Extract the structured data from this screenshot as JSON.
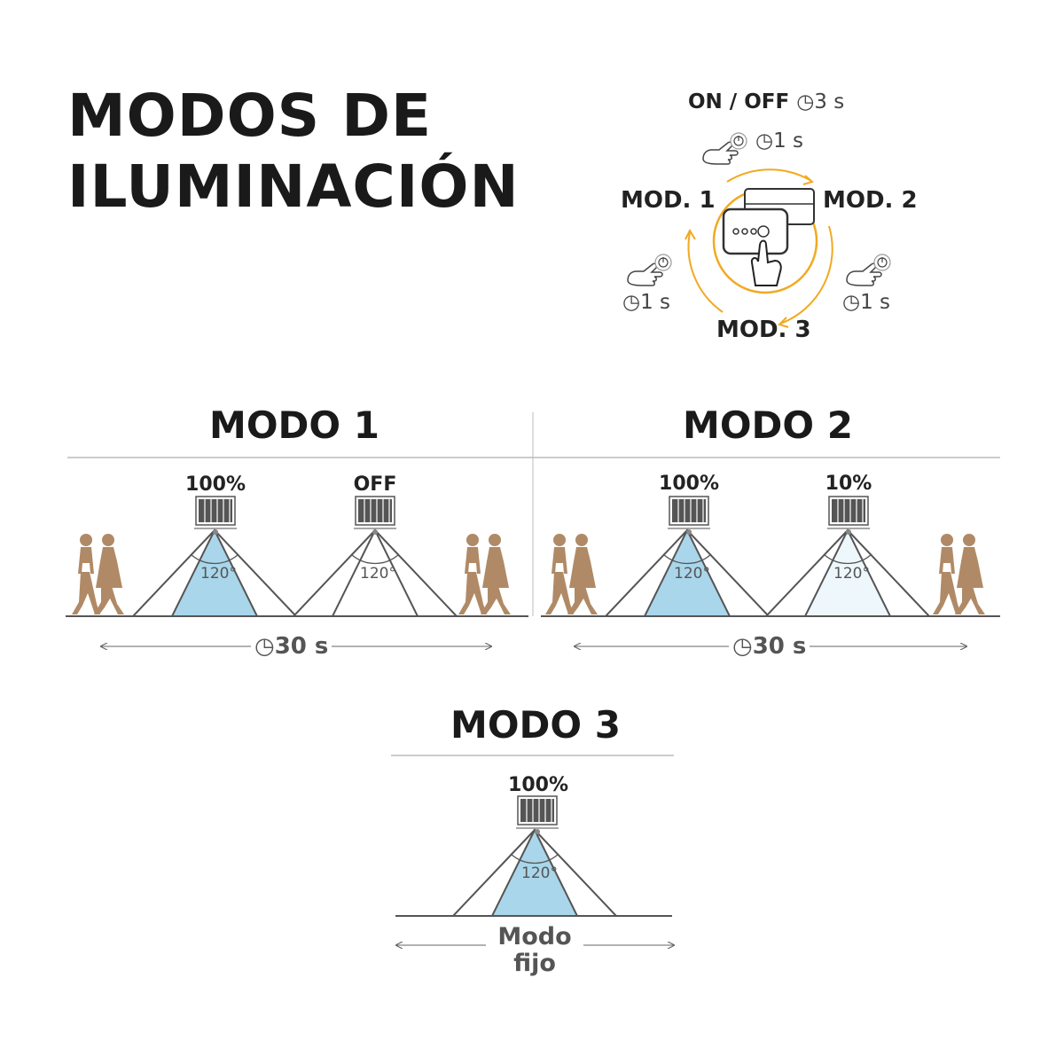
{
  "title": {
    "line1": "MODOS DE",
    "line2": "ILUMINACIÓN"
  },
  "control": {
    "onoff_label": "ON / OFF",
    "onoff_time": "3 s",
    "top_time": "1 s",
    "mod1_label": "MOD. 1",
    "mod2_label": "MOD. 2",
    "mod3_label": "MOD. 3",
    "left_time": "1 s",
    "right_time": "1 s"
  },
  "modes": [
    {
      "title": "MODO 1",
      "lamp1_level": "100%",
      "lamp2_level": "OFF",
      "angle1": "120°",
      "angle2": "120°",
      "duration": "30 s"
    },
    {
      "title": "MODO 2",
      "lamp1_level": "100%",
      "lamp2_level": "10%",
      "angle1": "120°",
      "angle2": "120°",
      "duration": "30 s"
    },
    {
      "title": "MODO 3",
      "lamp1_level": "100%",
      "angle1": "120°",
      "fixed_line1": "Modo",
      "fixed_line2": "fijo"
    }
  ],
  "colors": {
    "text": "#1a1a1a",
    "cone_full": "#a9d6ea",
    "cone_dim": "#eef7fc",
    "person": "#b08a66",
    "arrow_ring": "#f2a922",
    "line": "#666666"
  }
}
